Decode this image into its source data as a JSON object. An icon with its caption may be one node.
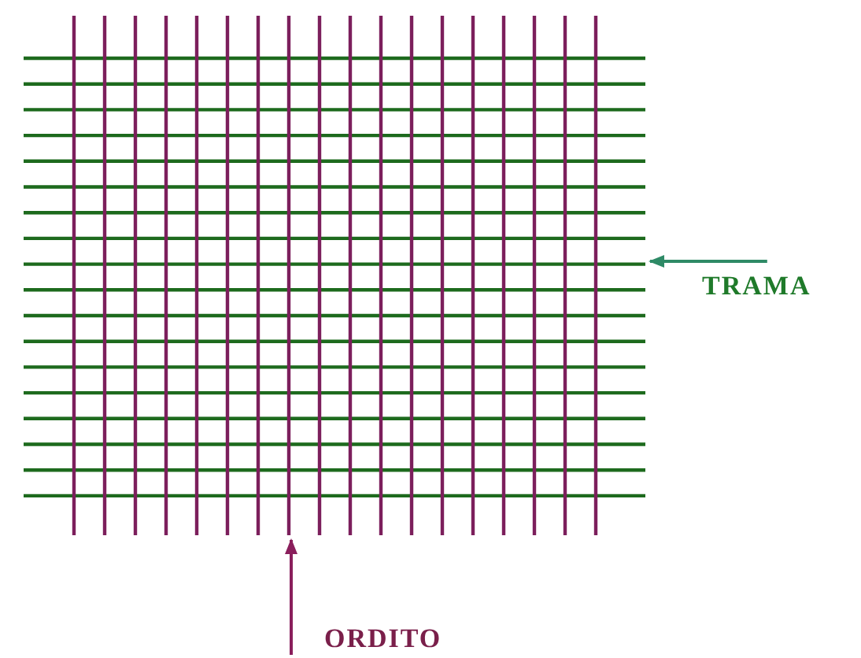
{
  "diagram": {
    "nodes": [
      {
        "text": [],
        "shape": "picture"
      },
      {
        "text": [
          "TRAMA"
        ]
      },
      {
        "text": [
          "ORDITO"
        ]
      }
    ],
    "edges": [
      {
        "from": 1,
        "to": 0,
        "arrow": "to",
        "color": "#2e8a66"
      },
      {
        "from": 2,
        "to": 0,
        "arrow": "to",
        "color": "#8a1f5c"
      }
    ]
  }
}
